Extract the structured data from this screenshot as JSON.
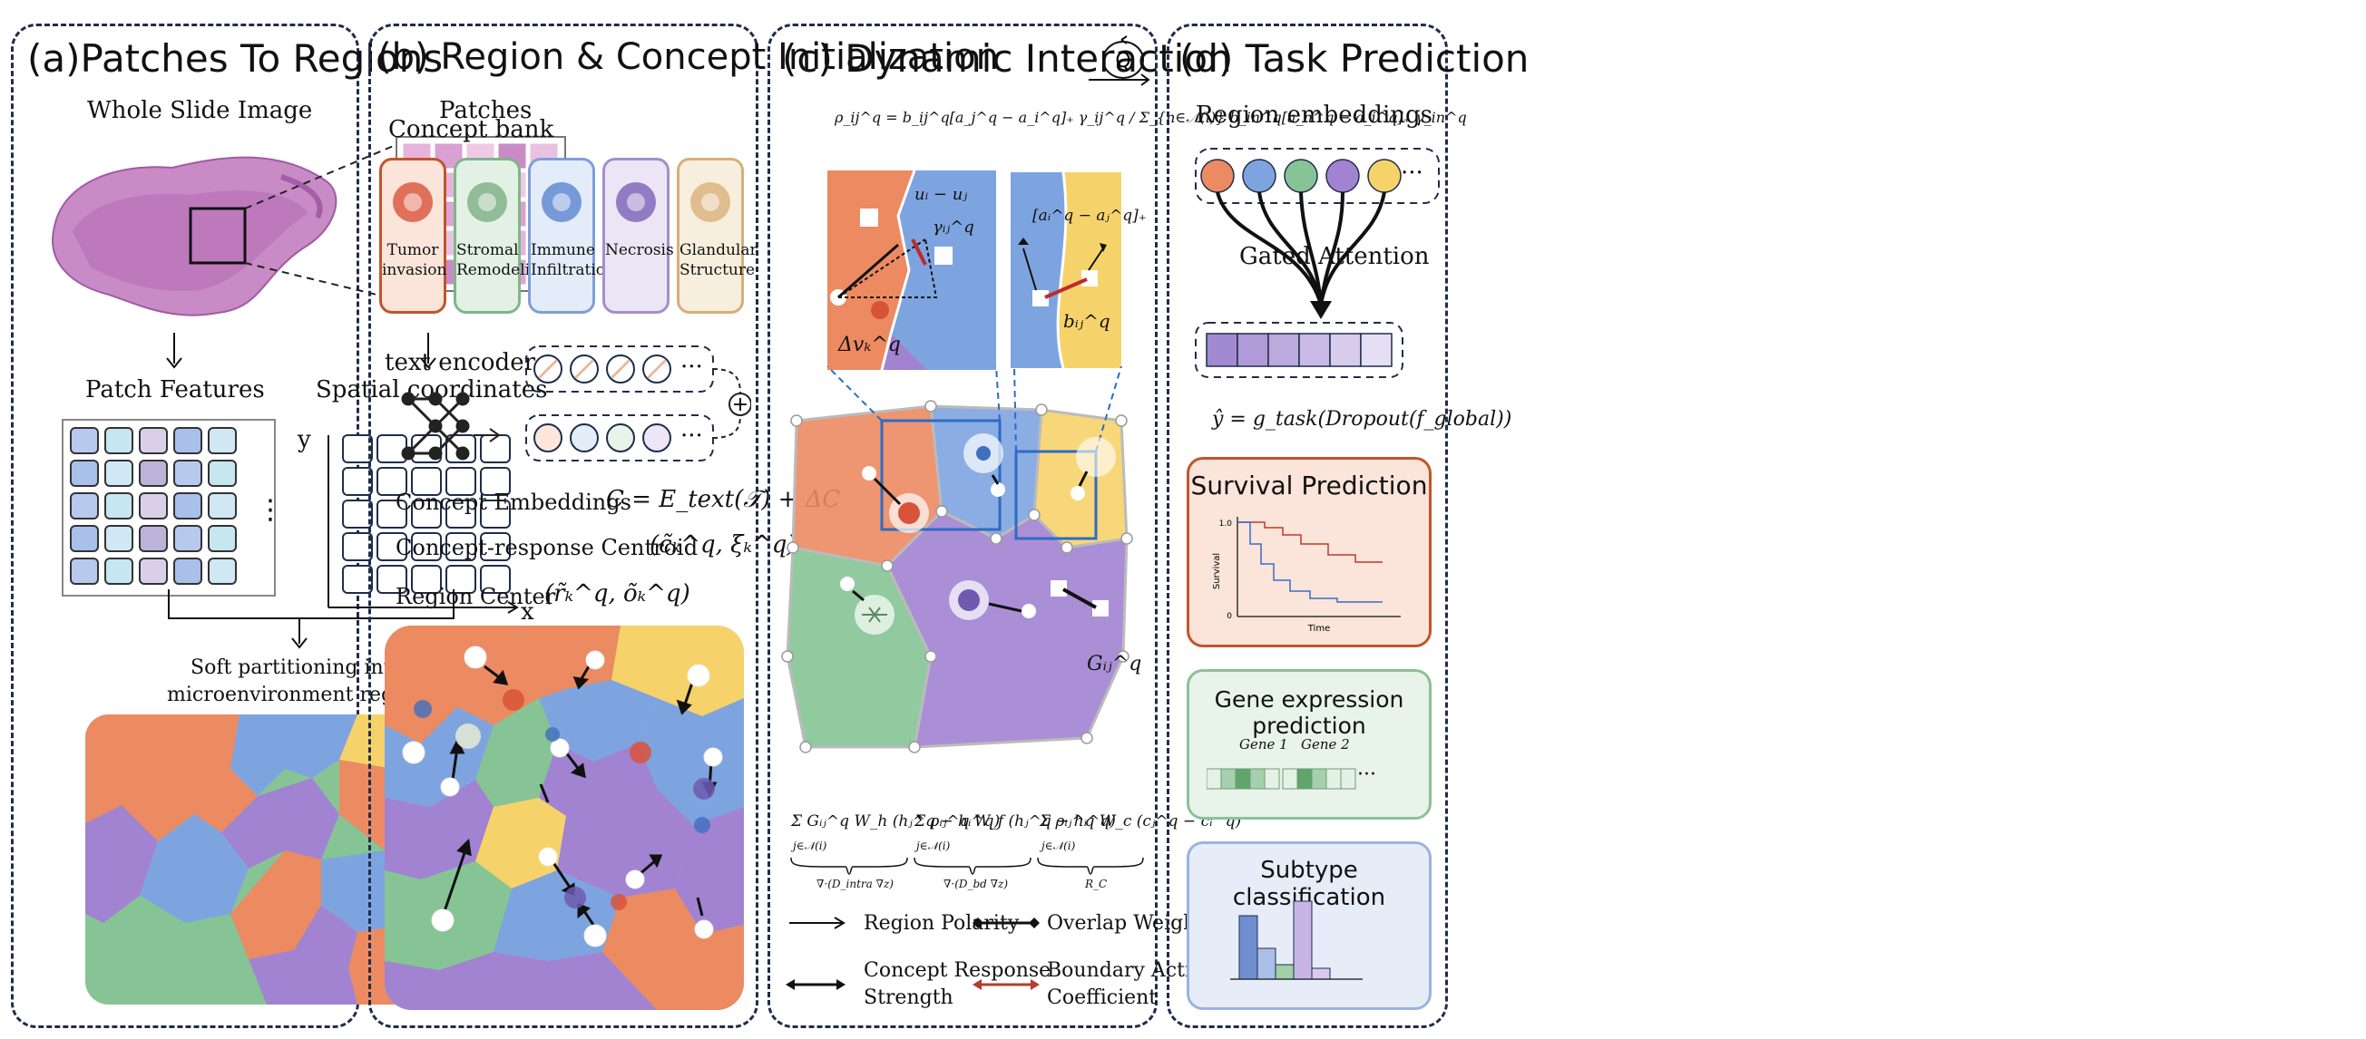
{
  "panel_a": {
    "title": "(a)Patches To Regions",
    "whole_slide": "Whole Slide Image",
    "patches": "Patches",
    "patch_features": "Patch Features",
    "spatial_coords": "Spatial coordinates",
    "axis_y": "y",
    "axis_x": "x",
    "ellipsis": "⋮",
    "soft_line1": "Soft partitioning into",
    "soft_line2": "microenvironment regions"
  },
  "panel_b": {
    "title": "(b) Region & Concept Initialization",
    "concept_bank": "Concept bank",
    "concepts": [
      {
        "line1": "Tumor",
        "line2": "invasion",
        "border": "#c0562c",
        "bg": "#fbe4da"
      },
      {
        "line1": "Stromal",
        "line2": "Remodeling",
        "border": "#7fb58a",
        "bg": "#e3f1e4"
      },
      {
        "line1": "Immune",
        "line2": "Infiltration",
        "border": "#7e9fd6",
        "bg": "#e3ecf9"
      },
      {
        "line1": "Necrosis",
        "line2": "",
        "border": "#a48fc9",
        "bg": "#ece5f6"
      },
      {
        "line1": "Glandular",
        "line2": "Structure",
        "border": "#d5b07a",
        "bg": "#f8eedd"
      }
    ],
    "text_encoder": "text encoder",
    "dots": "···",
    "plus": "+",
    "concept_emb_label": "Concept Embeddings",
    "concept_emb_eq": "C = E_text(𝒯) + ΔC",
    "centroid_label": "Concept-response Centroid",
    "centroid_eq": "(c̃ₖ^q, ξₖ^q)",
    "region_center_label": "Region Center",
    "region_center_eq": "(r̃ₖ^q, õₖ^q)"
  },
  "panel_c": {
    "title": "(c) Dynamic Interaction",
    "q": "Q",
    "rho_eq": "ρ_ij^q = b_ij^q[a_j^q − a_i^q]₊ γ_ij^q / Σ_{n∈𝒩(i)} b_in^q[a_n^q − a_i^q]₊ γ_in^q",
    "u_label": "uᵢ − uⱼ",
    "gamma_label": "γᵢⱼ^q",
    "dv_label": "Δvₖ^q",
    "a_label": "[aᵢ^q − aⱼ^q]₊",
    "b_label": "bᵢⱼ^q",
    "g_label": "Gᵢⱼ^q",
    "sum1": "Σ Gᵢⱼ^q W_h (hⱼ^q − hᵢ^q)",
    "sum1_sub": "j∈𝒩(i)",
    "sum1_brace": "∇·(D_intra ∇z)",
    "sum2": "Σ ρᵢⱼ^q W_f (hⱼ^q − hᵢ^q)",
    "sum2_sub": "j∈𝒩(i)",
    "sum2_brace": "∇·(D_bd ∇z)",
    "sum3": "Σ ρᵢⱼ^q W_c (cⱼ^q − cᵢ^q)",
    "sum3_sub": "j∈𝒩(i)",
    "sum3_brace": "R_C",
    "legend": {
      "polarity": "Region Polarity",
      "overlap": "Overlap Weight",
      "concept_resp_1": "Concept Response",
      "concept_resp_2": "Strength",
      "boundary_1": "Boundary Activation",
      "boundary_2": "Coefficient"
    }
  },
  "panel_d": {
    "title": "(d) Task Prediction",
    "region_embeddings": "Region embeddings",
    "dots": "···",
    "gated": "Gated Attention",
    "y_eq": "ŷ = g_task(Dropout(f_global))",
    "survival": {
      "title": "Survival Prediction",
      "ylabel": "Survival",
      "xlabel": "Time",
      "tick_top": "1.0",
      "tick_bot": "0"
    },
    "gene": {
      "title": "Gene expression prediction",
      "gene1": "Gene 1",
      "gene2": "Gene 2",
      "dots": "···"
    },
    "subtype": {
      "title": "Subtype classification"
    }
  },
  "colors": {
    "orange": "#ec8a62",
    "blue": "#7ea4e0",
    "green": "#86c495",
    "purple": "#a183d2",
    "yellow": "#f6d36a",
    "panel_border": "#1f2d4a"
  }
}
